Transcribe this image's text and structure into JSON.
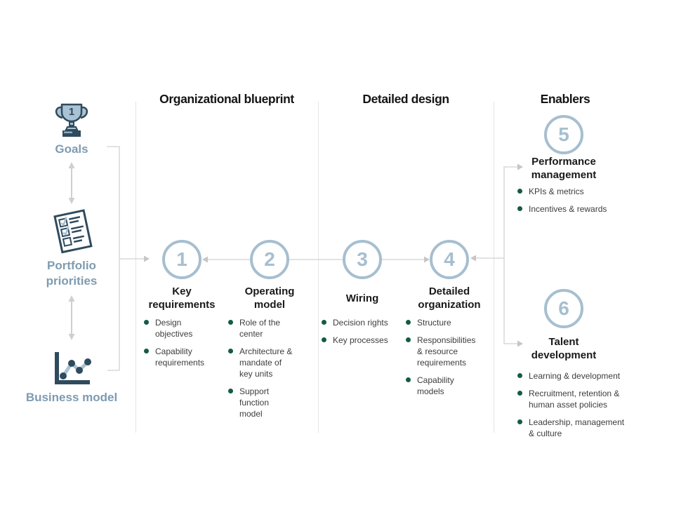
{
  "colors": {
    "accent_circle_blue": "#a6bfd0",
    "rail_label_blue": "#7e9bb1",
    "icon_navy": "#2f4b5e",
    "icon_light_blue": "#a9c3d4",
    "bullet_green": "#155a49",
    "body_text": "#3d3d3d",
    "header_text": "#141414",
    "connector_gray": "#d8d8d8",
    "divider_gray": "#e4e4e4"
  },
  "sections": [
    {
      "title": "Organizational blueprint"
    },
    {
      "title": "Detailed design"
    },
    {
      "title": "Enablers"
    }
  ],
  "left_rail": {
    "trophy_badge": "1",
    "items": [
      {
        "label": "Goals",
        "icon": "trophy-icon"
      },
      {
        "label": "Portfolio priorities",
        "icon": "checklist-icon"
      },
      {
        "label": "Business model",
        "icon": "line-chart-icon"
      }
    ]
  },
  "steps": [
    {
      "number": "1",
      "title": "Key requirements",
      "bullets": [
        "Design objectives",
        "Capability requirements"
      ]
    },
    {
      "number": "2",
      "title": "Operating model",
      "bullets": [
        "Role of the center",
        "Architecture & mandate of key units",
        "Support function model"
      ]
    },
    {
      "number": "3",
      "title": "Wiring",
      "bullets": [
        "Decision rights",
        "Key processes"
      ]
    },
    {
      "number": "4",
      "title": "Detailed organization",
      "bullets": [
        "Structure",
        "Responsibilities & resource requirements",
        "Capability models"
      ]
    },
    {
      "number": "5",
      "title": "Performance management",
      "bullets": [
        "KPIs & metrics",
        "Incentives & rewards"
      ]
    },
    {
      "number": "6",
      "title": "Talent development",
      "bullets": [
        "Learning & development",
        "Recruitment, retention & human asset policies",
        "Leadership, management & culture"
      ]
    }
  ]
}
